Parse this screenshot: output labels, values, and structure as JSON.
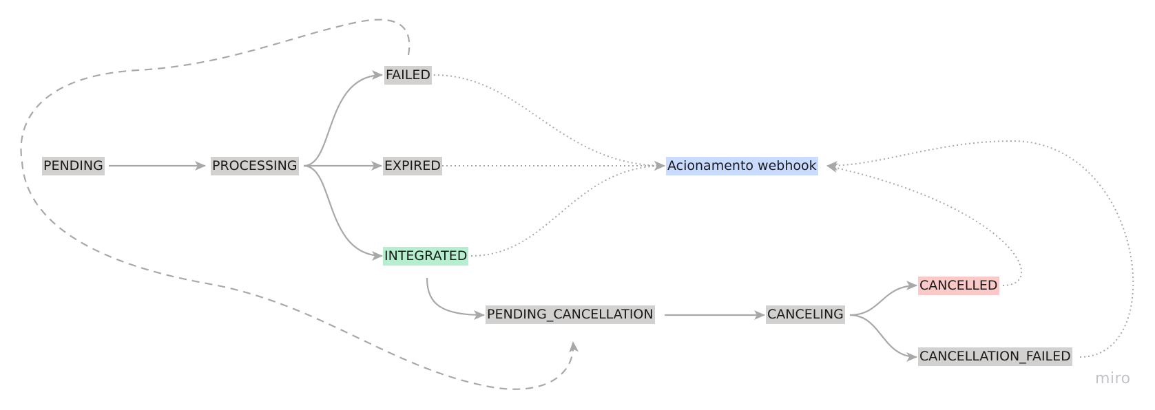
{
  "diagram": {
    "nodes": {
      "pending": {
        "label": "PENDING"
      },
      "processing": {
        "label": "PROCESSING"
      },
      "failed": {
        "label": "FAILED"
      },
      "expired": {
        "label": "EXPIRED"
      },
      "integrated": {
        "label": "INTEGRATED"
      },
      "webhook": {
        "label": "Acionamento webhook"
      },
      "pending_cancellation": {
        "label": "PENDING_CANCELLATION"
      },
      "canceling": {
        "label": "CANCELING"
      },
      "cancelled": {
        "label": "CANCELLED"
      },
      "cancellation_failed": {
        "label": "CANCELLATION_FAILED"
      }
    },
    "edges": [
      {
        "from": "PENDING",
        "to": "PROCESSING",
        "style": "solid"
      },
      {
        "from": "PROCESSING",
        "to": "FAILED",
        "style": "solid"
      },
      {
        "from": "PROCESSING",
        "to": "EXPIRED",
        "style": "solid"
      },
      {
        "from": "PROCESSING",
        "to": "INTEGRATED",
        "style": "solid"
      },
      {
        "from": "INTEGRATED",
        "to": "PENDING_CANCELLATION",
        "style": "solid"
      },
      {
        "from": "PENDING_CANCELLATION",
        "to": "CANCELING",
        "style": "solid"
      },
      {
        "from": "CANCELING",
        "to": "CANCELLED",
        "style": "solid"
      },
      {
        "from": "CANCELING",
        "to": "CANCELLATION_FAILED",
        "style": "solid"
      },
      {
        "from": "FAILED",
        "to": "Acionamento webhook",
        "style": "dotted"
      },
      {
        "from": "EXPIRED",
        "to": "Acionamento webhook",
        "style": "dotted"
      },
      {
        "from": "INTEGRATED",
        "to": "Acionamento webhook",
        "style": "dotted"
      },
      {
        "from": "CANCELLED",
        "to": "Acionamento webhook",
        "style": "dotted"
      },
      {
        "from": "CANCELLATION_FAILED",
        "to": "Acionamento webhook",
        "style": "dotted"
      },
      {
        "from": "FAILED",
        "to": "PENDING_CANCELLATION",
        "style": "dashed"
      }
    ],
    "colors": {
      "edge": "#a8a8a8",
      "node_gray": "#d3d1d0",
      "node_blue": "#c9dcff",
      "node_green": "#b6efcf",
      "node_red": "#fbc9c8"
    }
  },
  "watermark": "miro"
}
